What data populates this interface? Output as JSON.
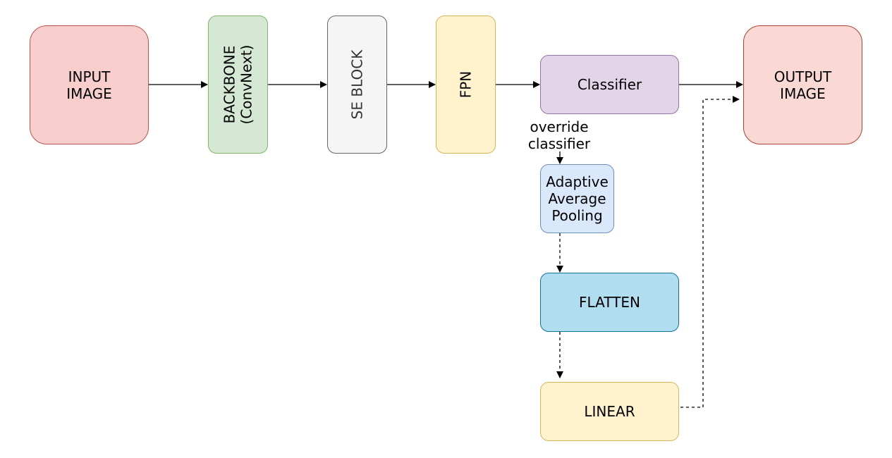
{
  "nodes": {
    "input_image": {
      "label": "INPUT\nIMAGE",
      "fill": "#f8cecc",
      "stroke": "#b85450"
    },
    "backbone": {
      "label": "BACKBONE\n(ConvNext)",
      "fill": "#d5e8d4",
      "stroke": "#82b366"
    },
    "se_block": {
      "label": "SE BLOCK",
      "fill": "#f5f5f5",
      "stroke": "#666666",
      "text_color": "#333333"
    },
    "fpn": {
      "label": "FPN",
      "fill": "#fff2cc",
      "stroke": "#d6b656"
    },
    "classifier": {
      "label": "Classifier",
      "fill": "#e1d5e7",
      "stroke": "#9673a6"
    },
    "output_image": {
      "label": "OUTPUT\nIMAGE",
      "fill": "#fad9d5",
      "stroke": "#ae4132"
    },
    "adaptive_pooling": {
      "label": "Adaptive\nAverage\nPooling",
      "fill": "#dae8fc",
      "stroke": "#6c8ebf"
    },
    "flatten": {
      "label": "FLATTEN",
      "fill": "#b1ddf0",
      "stroke": "#10739e"
    },
    "linear": {
      "label": "LINEAR",
      "fill": "#fff2cc",
      "stroke": "#d6b656"
    }
  },
  "edge_labels": {
    "override_classifier": "override\nclassifier"
  }
}
